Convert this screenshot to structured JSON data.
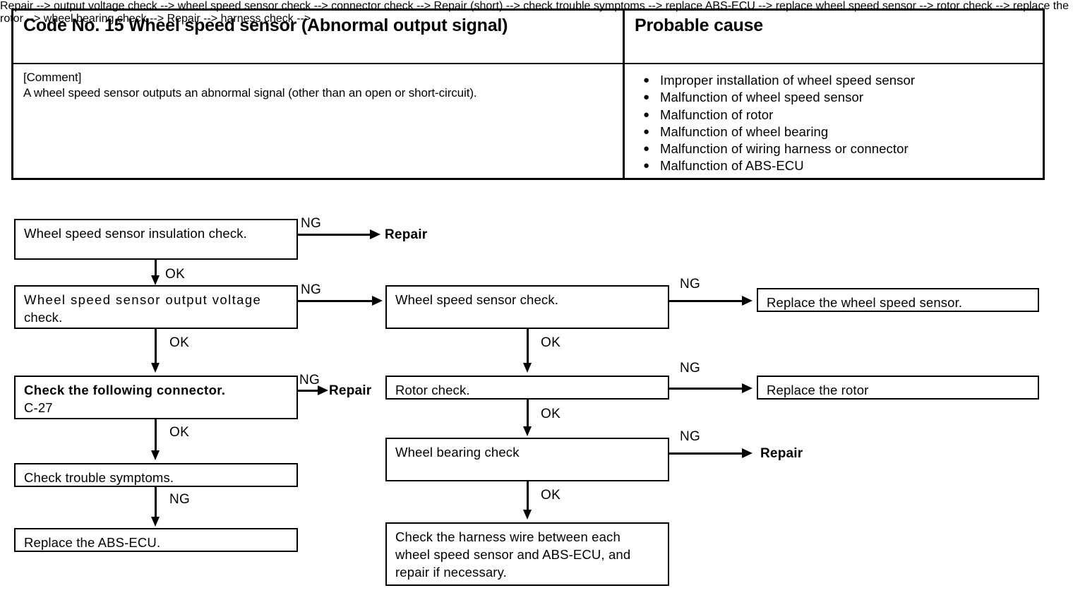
{
  "table": {
    "header_left": "Code No. 15 Wheel speed sensor (Abnormal output signal)",
    "header_right": "Probable cause",
    "comment_label": "[Comment]",
    "comment_text": "A wheel speed sensor outputs an abnormal signal (other than an open or short-circuit).",
    "bullet_glyph": "●",
    "causes": [
      "Improper installation of wheel speed sensor",
      "Malfunction of wheel speed sensor",
      "Malfunction of rotor",
      "Malfunction of wheel bearing",
      "Malfunction of wiring harness or connector",
      "Malfunction of ABS-ECU"
    ]
  },
  "flowchart": {
    "nodes": {
      "insulation_check": "Wheel speed sensor insulation check.",
      "output_voltage_check_line1": "Wheel speed sensor output voltage",
      "output_voltage_check_line2": "check.",
      "connector_check_title": "Check the following connector.",
      "connector_check_code": "C-27",
      "trouble_symptoms": "Check trouble symptoms.",
      "replace_abs_ecu": "Replace the ABS-ECU.",
      "sensor_check": "Wheel speed sensor check.",
      "rotor_check": "Rotor check.",
      "wheel_bearing_check": "Wheel bearing check",
      "harness_check_line1": "Check the harness wire between each",
      "harness_check_line2": "wheel speed sensor and ABS-ECU, and",
      "harness_check_line3": "repair if necessary.",
      "replace_sensor": "Replace the wheel speed sensor.",
      "replace_rotor": "Replace the rotor"
    },
    "terminals": {
      "repair_top": "Repair",
      "repair_connector": "Repair",
      "repair_bearing": "Repair"
    },
    "labels": {
      "ng": "NG",
      "ok": "OK"
    }
  }
}
